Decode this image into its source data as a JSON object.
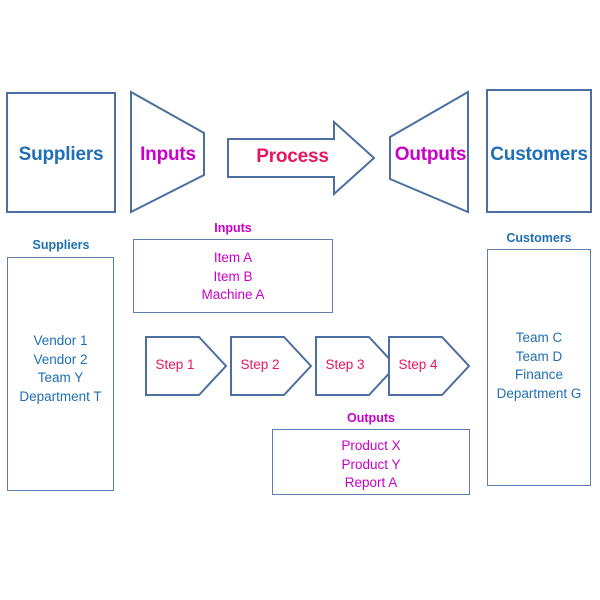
{
  "diagram": {
    "type": "SIPOC process map",
    "colors": {
      "blue": "#1f6fb4",
      "magenta": "#c800c8",
      "crimson": "#e8175d",
      "border": "#4a6fa0",
      "background": "#ffffff"
    }
  },
  "banner": {
    "suppliers": {
      "label": "Suppliers",
      "shape": "rectangle"
    },
    "inputs": {
      "label": "Inputs",
      "shape": "trapezoid-right"
    },
    "process": {
      "label": "Process",
      "shape": "right-arrow"
    },
    "outputs": {
      "label": "Outputs",
      "shape": "trapezoid-left"
    },
    "customers": {
      "label": "Customers",
      "shape": "rectangle"
    }
  },
  "columns": {
    "suppliers": {
      "title": "Suppliers",
      "items": [
        "Vendor 1",
        "Vendor 2",
        "Team Y",
        "Department T"
      ]
    },
    "inputs": {
      "title": "Inputs",
      "items": [
        "Item A",
        "Item B",
        "Machine A"
      ]
    },
    "process": {
      "steps": [
        "Step 1",
        "Step 2",
        "Step 3",
        "Step 4"
      ]
    },
    "outputs": {
      "title": "Outputs",
      "items": [
        "Product X",
        "Product Y",
        "Report A"
      ]
    },
    "customers": {
      "title": "Customers",
      "items": [
        "Team C",
        "Team D",
        "Finance",
        "Department G"
      ]
    }
  }
}
